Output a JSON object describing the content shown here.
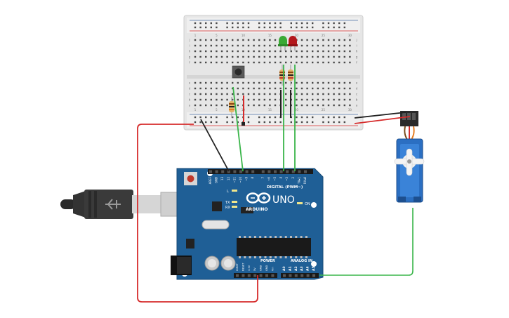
{
  "breadboard": {
    "column_numbers": [
      "1",
      "",
      "",
      "",
      "5",
      "",
      "",
      "",
      "",
      "10",
      "",
      "",
      "",
      "",
      "15",
      "",
      "",
      "",
      "",
      "20",
      "",
      "",
      "",
      "",
      "25",
      "",
      "",
      "",
      "",
      "30"
    ],
    "row_letters_top": [
      "j",
      "i",
      "h",
      "g",
      "f"
    ],
    "row_letters_bottom": [
      "e",
      "d",
      "c",
      "b",
      "a"
    ]
  },
  "leds": [
    {
      "color_name": "green",
      "color": "#3aa935"
    },
    {
      "color_name": "red",
      "color": "#b3161b"
    }
  ],
  "arduino": {
    "board_name": "UNO",
    "brand": "ARDUINO",
    "digital_header_label": "DIGITAL (PWM~)",
    "power_label": "POWER",
    "analog_label": "ANALOG IN",
    "on_label": "ON",
    "l_label": "L",
    "tx_label": "TX",
    "rx_label": "RX",
    "digital_pins": [
      "AREF",
      "GND",
      "13",
      "12",
      "~11",
      "~10",
      "~9",
      "8",
      "7",
      "~6",
      "~5",
      "4",
      "~3",
      "2",
      "TX▸1",
      "RX◂0"
    ],
    "power_pins": [
      "IOREF",
      "RESET",
      "3.3V",
      "5V",
      "GND",
      "GND",
      "Vin"
    ],
    "analog_pins": [
      "A0",
      "A1",
      "A2",
      "A3",
      "A4",
      "A5"
    ]
  },
  "colors": {
    "board_blue": "#1f5f96",
    "wire_red": "#d62b2b",
    "wire_green": "#3ab54a",
    "wire_black": "#222222",
    "breadboard_body": "#e8e8e8"
  },
  "icons": [
    "arduino-logo-icon",
    "usb-cable-icon",
    "servo-motor-icon",
    "pushbutton-icon",
    "resistor-icon",
    "led-icon"
  ]
}
